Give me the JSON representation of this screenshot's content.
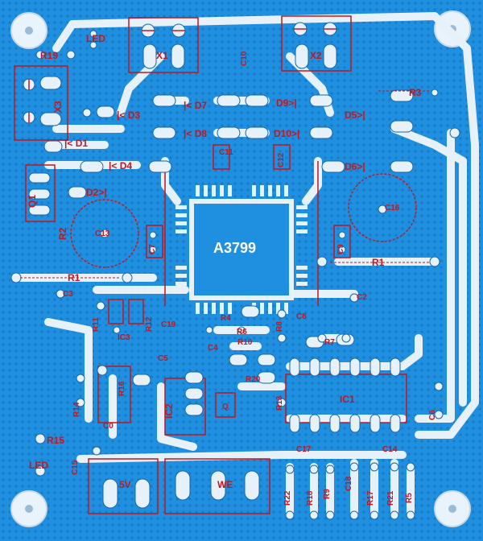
{
  "chip": {
    "name": "A3799"
  },
  "labels": {
    "led_top": "LED",
    "r19": "R19",
    "x1": "X1",
    "x2": "X2",
    "c10": "C10",
    "x3": "X3",
    "d3": "|< D3",
    "d7": "|< D7",
    "d9": "D9>|",
    "r3": "R3",
    "d5": "D5>|",
    "d8": "|< D8",
    "d10": "D10>|",
    "d1": "|< D1",
    "d4": "|< D4",
    "d6": "D6>|",
    "q1": "Q1",
    "d2": "D2>|",
    "r2": "R2",
    "c11": "C11",
    "c12": "C12",
    "c7": "C7",
    "c13": "C13",
    "c16": "C16",
    "c9": "C9",
    "r1_left": "R1",
    "r1_right": "R1",
    "c3": "C3",
    "c2": "C2",
    "r11": "R11",
    "r12": "R12",
    "c19": "C19",
    "ic3": "IC3",
    "r4": "R4",
    "r6": "R6",
    "r8": "R8",
    "c8": "C8",
    "c5": "C5",
    "c4": "C4",
    "r16": "R16",
    "r10": "R10",
    "r7": "R7",
    "r20": "R20",
    "r13": "R13",
    "ic1": "IC1",
    "r14": "R14",
    "ic2": "IC2",
    "q": "Q",
    "c6": "C6",
    "c0": "C0",
    "c15": "C15",
    "r15": "R15",
    "led_bottom": "LED",
    "c17": "C17",
    "c14": "C14",
    "c18": "C18",
    "r22": "R22",
    "r18": "R18",
    "r9": "R9",
    "r17": "R17",
    "r21": "R21",
    "r5": "R5",
    "vcc": "5V",
    "we": "WE"
  }
}
